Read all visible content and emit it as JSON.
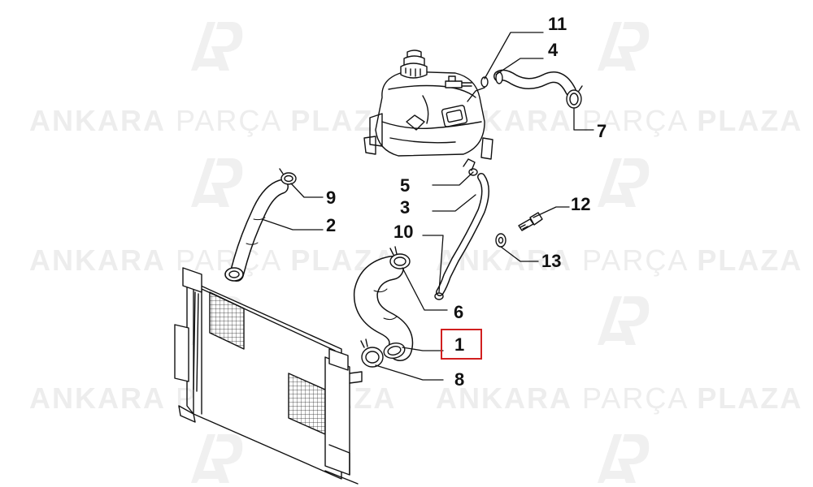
{
  "watermark": {
    "word1": "ANKARA",
    "word2": "PARÇA",
    "word3": "PLAZA",
    "logo_letters": "AP"
  },
  "callouts": [
    {
      "id": "11",
      "label": "11"
    },
    {
      "id": "4",
      "label": "4"
    },
    {
      "id": "7",
      "label": "7"
    },
    {
      "id": "9",
      "label": "9"
    },
    {
      "id": "2",
      "label": "2"
    },
    {
      "id": "5",
      "label": "5"
    },
    {
      "id": "3",
      "label": "3"
    },
    {
      "id": "12",
      "label": "12"
    },
    {
      "id": "10",
      "label": "10"
    },
    {
      "id": "13",
      "label": "13"
    },
    {
      "id": "6",
      "label": "6"
    },
    {
      "id": "1",
      "label": "1"
    },
    {
      "id": "8",
      "label": "8"
    }
  ],
  "highlighted_callout": "1",
  "colors": {
    "highlight": "#d11f1f",
    "line": "#111111",
    "watermark": "#e8e8e8"
  }
}
